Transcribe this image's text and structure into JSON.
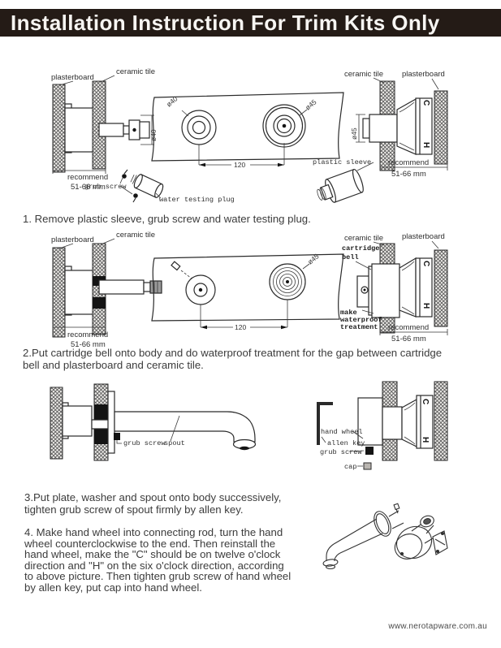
{
  "header": {
    "title": "Installation Instruction For Trim Kits Only"
  },
  "steps": {
    "s1": "1. Remove plastic sleeve, grub screw and water testing plug.",
    "s2": "2.Put cartridge bell onto body and do waterproof treatment for the gap between cartridge\nbell and plasterboard and ceramic tile.",
    "s3": "3.Put plate, washer and spout onto body successively,\ntighten grub screw of spout firmly by allen key.",
    "s4": "4. Make hand wheel into connecting rod, turn the hand\nwheel counterclockwise to the end. Then reinstall the\nhand wheel, make the \"C\" should be on twelve o'clock\ndirection and \"H\" on the six o'clock direction, according\nto above picture. Then tighten grub screw of hand wheel\nby allen key, put cap into hand wheel.",
    "step4_handle_letters_note": ""
  },
  "diagram1": {
    "left": {
      "plasterboard": "plasterboard",
      "ceramic_tile": "ceramic tile",
      "recommend_l1": "recommend",
      "recommend_l2": "51-66 mm",
      "grub_screw": "grub screw",
      "water_testing_plug": "water testing plug",
      "dim_d40": "ø40"
    },
    "front": {
      "dim_d40": "ø40",
      "dim_d45": "ø45",
      "dim_120": "120"
    },
    "right": {
      "ceramic_tile": "ceramic tile",
      "plasterboard": "plasterboard",
      "plastic_sleeve": "plastic sleeve",
      "recommend_l1": "recommend",
      "recommend_l2": "51-66 mm",
      "dim_d45": "ø45",
      "letter_c": "C",
      "letter_h": "H"
    }
  },
  "diagram2": {
    "left": {
      "plasterboard": "plasterboard",
      "ceramic_tile": "ceramic tile",
      "recommend_l1": "recommend",
      "recommend_l2": "51-66 mm"
    },
    "front": {
      "dim_d45": "ø45",
      "dim_120": "120"
    },
    "right": {
      "ceramic_tile": "ceramic tile",
      "plasterboard": "plasterboard",
      "cartridge_bell_l1": "cartridge",
      "cartridge_bell_l2": "bell",
      "waterproof_l1": "make",
      "waterproof_l2": "waterproof",
      "waterproof_l3": "treatment",
      "recommend_l1": "recommend",
      "recommend_l2": "51-66 mm",
      "letter_c": "C",
      "letter_h": "H"
    }
  },
  "diagram3": {
    "left": {
      "grub_screw": "grub screw",
      "spout": "spout"
    },
    "right": {
      "hand_wheel": "hand wheel",
      "allen_key": "allen key",
      "grub_screw": "grub screw",
      "cap": "cap",
      "letter_c": "C",
      "letter_h": "H"
    }
  },
  "footer": {
    "website": "www.nerotapware.com.au"
  },
  "colors": {
    "header_bg": "#241b16",
    "ink": "#2a2a2a",
    "body_text": "#3c3c3c"
  }
}
